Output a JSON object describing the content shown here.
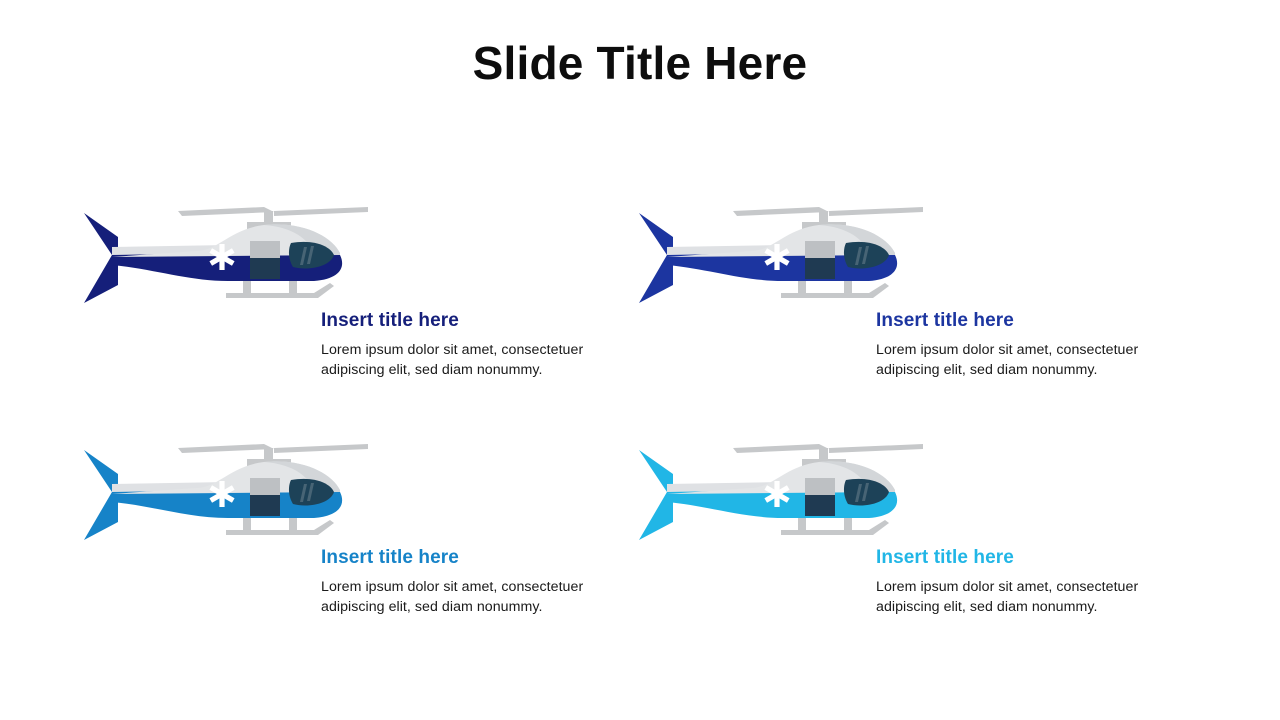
{
  "slide": {
    "title": "Slide Title Here",
    "title_color": "#0d0d0d",
    "background_color": "#ffffff"
  },
  "palette": {
    "navy": "#151f7a",
    "royal_blue": "#1c35a0",
    "medium_blue": "#1683c8",
    "cyan": "#21b6e6",
    "rotor_gray": "#c6c8ca",
    "canopy_light": "#e3e5e7",
    "canopy_shade": "#d3d6d9",
    "window_gray": "#bdc0c3",
    "window_slate": "#1f3a52",
    "cockpit_glass": "#1d4258",
    "marking_white": "#ffffff",
    "body_text": "#1a1a1a"
  },
  "items": [
    {
      "id": "item-1",
      "position": "top-left",
      "title": "Insert title here",
      "body": "Lorem ipsum dolor sit amet, consectetuer adipiscing elit, sed diam nonummy.",
      "accent_color": "#151f7a",
      "heli_body_color": "#151f7a",
      "icon": "helicopter-icon"
    },
    {
      "id": "item-2",
      "position": "top-right",
      "title": "Insert title here",
      "body": "Lorem ipsum dolor sit amet, consectetuer adipiscing elit, sed diam nonummy.",
      "accent_color": "#1c35a0",
      "heli_body_color": "#1c35a0",
      "icon": "helicopter-icon"
    },
    {
      "id": "item-3",
      "position": "bottom-left",
      "title": "Insert title here",
      "body": "Lorem ipsum dolor sit amet, consectetuer adipiscing elit, sed diam nonummy.",
      "accent_color": "#1683c8",
      "heli_body_color": "#1683c8",
      "icon": "helicopter-icon"
    },
    {
      "id": "item-4",
      "position": "bottom-right",
      "title": "Insert title here",
      "body": "Lorem ipsum dolor sit amet, consectetuer adipiscing elit, sed diam nonummy.",
      "accent_color": "#21b6e6",
      "heli_body_color": "#21b6e6",
      "icon": "helicopter-icon"
    }
  ]
}
